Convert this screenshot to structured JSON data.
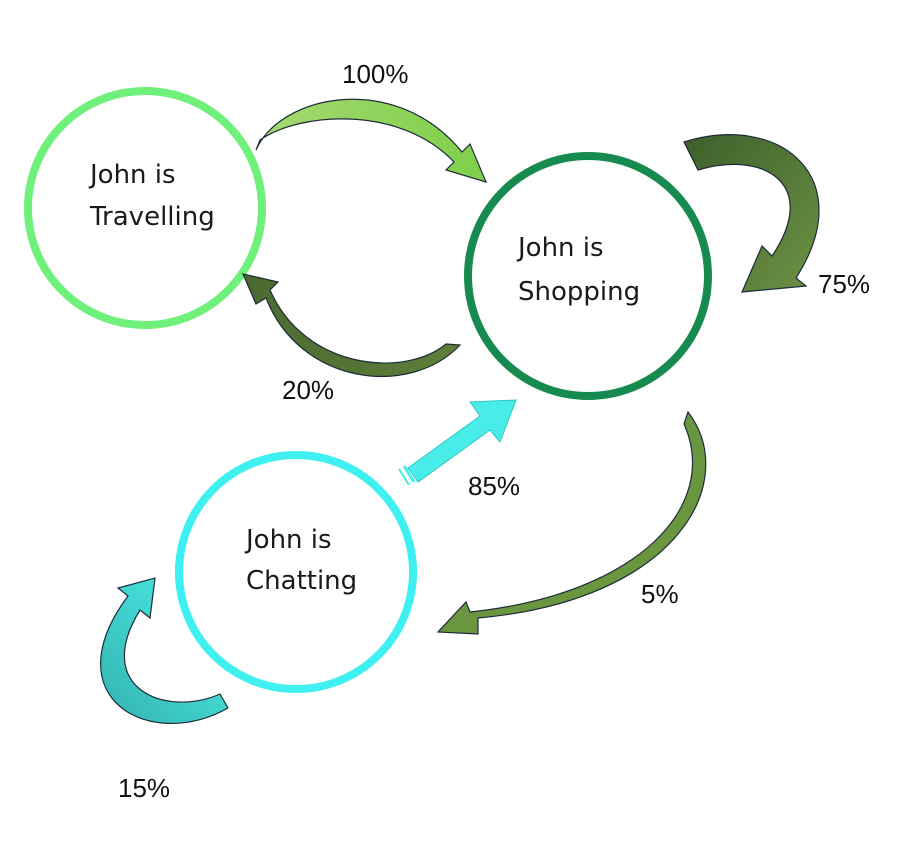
{
  "states": {
    "travelling": {
      "line1": "John is",
      "line2": "Travelling",
      "color": "#6ef07a"
    },
    "shopping": {
      "line1": "John is",
      "line2": "Shopping",
      "color": "#168a4f"
    },
    "chatting": {
      "line1": "John is",
      "line2": "Chatting",
      "color": "#3ff0f0"
    }
  },
  "transitions": {
    "travelling_to_shopping": "100%",
    "shopping_to_shopping": "75%",
    "shopping_to_travelling": "20%",
    "chatting_to_shopping": "85%",
    "shopping_to_chatting": "5%",
    "chatting_to_chatting": "15%"
  },
  "colors": {
    "light_green_arrow": "#8fd05a",
    "dark_green_arrow": "#56773a",
    "mid_green_arrow": "#6a9640",
    "cyan_arrow": "#48ece8",
    "teal_arrow": "#3cc4be",
    "arrow_outline": "#1d2c3a"
  }
}
